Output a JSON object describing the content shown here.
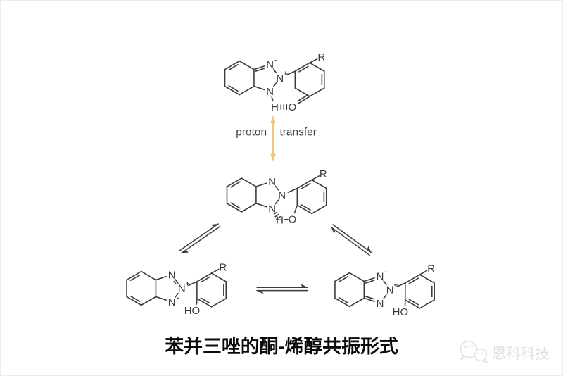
{
  "caption": {
    "text": "苯并三唑的酮-烯醇共振形式"
  },
  "proton_transfer_label": {
    "left": "proton",
    "right": "transfer"
  },
  "watermark": {
    "brand": "恩科科技",
    "logo": "chat-bubbles-icon"
  },
  "colors": {
    "bond": "#3b3b3b",
    "arrow_gold": "#eec878",
    "label_text": "#3f3f3f",
    "caption_text": "#0a0a0a",
    "watermark_gray": "#dfdfdf",
    "background": "#ffffff"
  },
  "arrows": [
    {
      "name": "proton-transfer-arrow",
      "type": "double-headed-vertical",
      "color": "gold"
    },
    {
      "name": "equilibrium-arrow-left",
      "type": "equilibrium-harpoons-diagonal"
    },
    {
      "name": "equilibrium-arrow-right",
      "type": "equilibrium-harpoons-diagonal"
    },
    {
      "name": "equilibrium-arrow-bottom",
      "type": "equilibrium-harpoons-horizontal"
    }
  ],
  "structures": [
    {
      "id": "keto-top",
      "atom_labels": {
        "n_top": "N",
        "n_top_charge": "-",
        "n_mid": "N",
        "n_mid_charge": "+",
        "n_bot": "N",
        "h": "H",
        "o": "O",
        "r": "R"
      }
    },
    {
      "id": "enol-middle",
      "atom_labels": {
        "n_top": "N",
        "n_mid": "N",
        "n_bot": "N",
        "h": "H",
        "o": "O",
        "r": "R"
      }
    },
    {
      "id": "resonance-bottom-left",
      "atom_labels": {
        "n_top": "N",
        "n_mid": "N",
        "n_mid_charge": "+",
        "n_bot": "N",
        "n_bot_charge": "-",
        "oh": "HO",
        "r": "R"
      }
    },
    {
      "id": "resonance-bottom-right",
      "atom_labels": {
        "n_top": "N",
        "n_top_charge": "-",
        "n_mid": "N",
        "n_mid_charge": "+",
        "n_bot": "N",
        "oh": "HO",
        "r": "R"
      }
    }
  ]
}
